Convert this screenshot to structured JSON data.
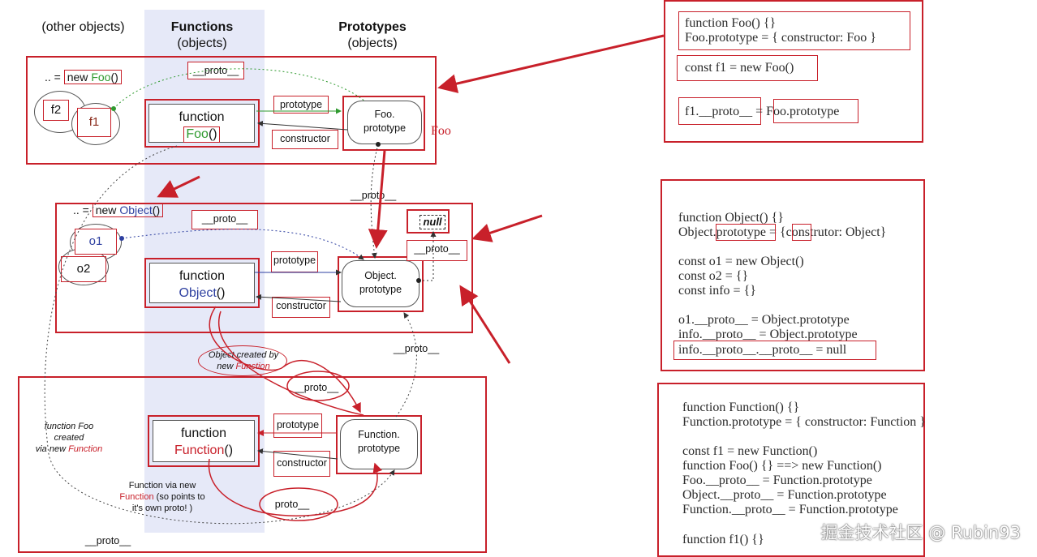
{
  "headers": {
    "other": "(other objects)",
    "functions_title": "Functions",
    "functions_sub": "(objects)",
    "prototypes_title": "Prototypes",
    "prototypes_sub": "(objects)"
  },
  "foo_section": {
    "new_prefix": ".. = ",
    "new_kw": "new ",
    "new_name": "Foo",
    "new_paren": "()",
    "f2": "f2",
    "f1": "f1",
    "proto_label": "__proto__",
    "fn_kw": "function",
    "fn_name": "Foo",
    "fn_paren": "()",
    "prototype_label": "prototype",
    "constructor_label": "constructor",
    "proto_obj_line1": "Foo.",
    "proto_obj_line2": "prototype",
    "side_label": "Foo"
  },
  "between_1": {
    "proto_label": "__proto__"
  },
  "object_section": {
    "new_prefix": ".. = ",
    "new_kw": "new ",
    "new_name": "Object",
    "new_paren": "()",
    "o1": "o1",
    "o2": "o2",
    "proto_label": "__proto__",
    "null_label": "null",
    "null_proto_label": "__proto__",
    "fn_kw": "function",
    "fn_name": "Object",
    "fn_paren": "()",
    "prototype_label": "prototype",
    "constructor_label": "constructor",
    "proto_obj_line1": "Object.",
    "proto_obj_line2": "prototype"
  },
  "between_2": {
    "note_line1": "Object created by",
    "note_line2a": "new ",
    "note_line2b": "Function",
    "proto_label": "__proto__",
    "proto_label_right": "__proto__"
  },
  "function_section": {
    "left_note_line1": "function Foo",
    "left_note_line2": "created",
    "left_note_line3a": "via new ",
    "left_note_line3b": "Function",
    "fn_kw": "function",
    "fn_name": "Function",
    "fn_paren": "()",
    "prototype_label": "prototype",
    "constructor_label": "constructor",
    "proto_obj_line1": "Function.",
    "proto_obj_line2": "prototype",
    "self_note_line1": "Function via new",
    "self_note_line2a": "Function",
    "self_note_line2b": " (so points to",
    "self_note_line3": "it's own proto! )",
    "self_proto_label": "proto__",
    "bottom_proto_label": "__proto__"
  },
  "code1": {
    "l1": "function Foo() {}",
    "l2": "Foo.prototype = { constructor: Foo }",
    "l3": "const f1 = new Foo()",
    "l4a": "f1.__proto__",
    "l4b": " = ",
    "l4c": "Foo.prototype"
  },
  "code2": {
    "l1": "function Object() {}",
    "l2": "Object.prototype = {construtor: Object}",
    "l3": "const o1 = new Object()",
    "l4": "const o2 = {}",
    "l5": "const info = {}",
    "l6": "o1.__proto__ = Object.prototype",
    "l7": "info.__proto__ = Object.prototype",
    "l8": "info.__proto__.__proto__ = null"
  },
  "code3": {
    "l1": "function Function() {}",
    "l2": "Function.prototype = { constructor: Function }",
    "l3": "const f1 = new Function()",
    "l4": "function Foo() {} ==> new Function()",
    "l5": "Foo.__proto__ = Function.prototype",
    "l6": "Object.__proto__ = Function.prototype",
    "l7": "Function.__proto__ = Function.prototype",
    "l8": "function f1() {}"
  },
  "watermark": "掘金技术社区 @ Rubin93",
  "colors": {
    "annotation_red": "#c8202a",
    "lane_blue": "#e6e9f8",
    "green": "#2f9a2f",
    "blue": "#2d3fa0"
  }
}
